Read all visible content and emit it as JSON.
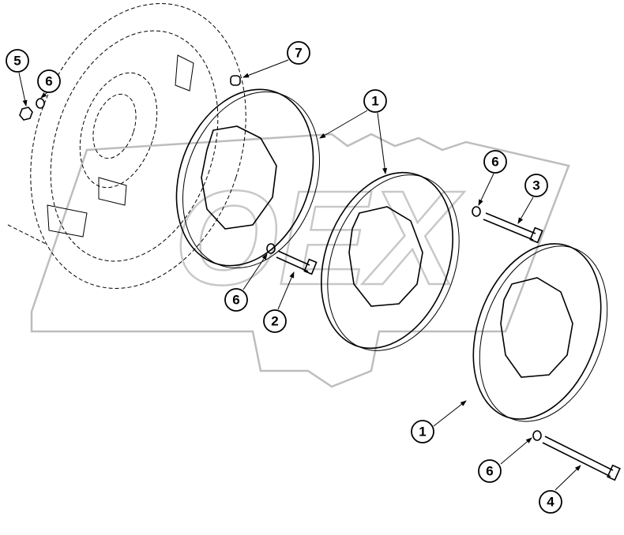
{
  "callouts": [
    {
      "label": "5"
    },
    {
      "label": "6"
    },
    {
      "label": "7"
    },
    {
      "label": "1"
    },
    {
      "label": "6"
    },
    {
      "label": "3"
    },
    {
      "label": "6"
    },
    {
      "label": "2"
    },
    {
      "label": "1"
    },
    {
      "label": "6"
    },
    {
      "label": "4"
    }
  ],
  "watermark": "OEX"
}
